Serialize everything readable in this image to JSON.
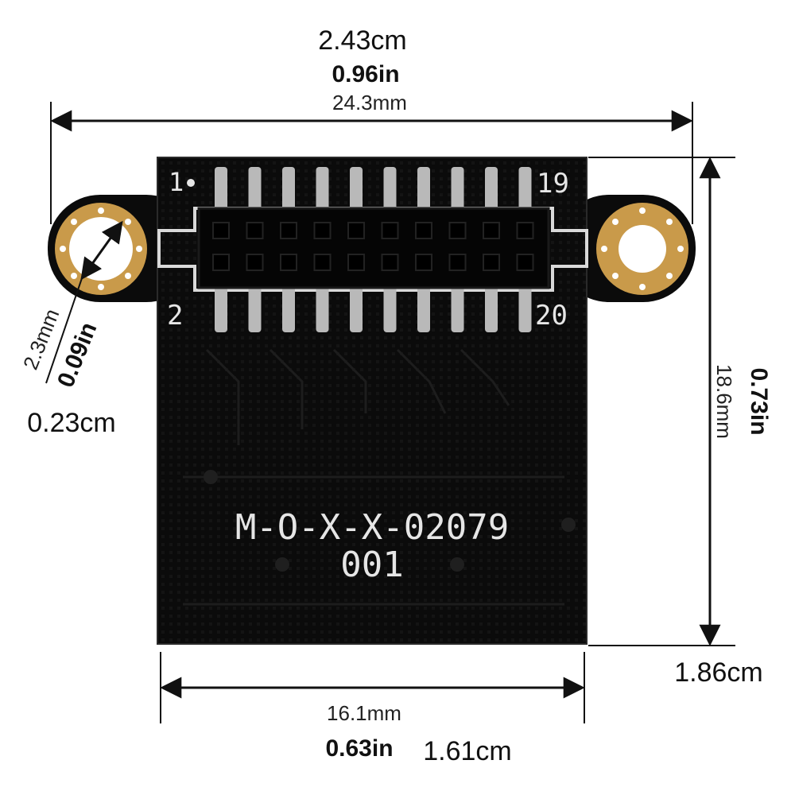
{
  "top_dimension": {
    "cm": "2.43cm",
    "inch": "0.96in",
    "mm": "24.3mm"
  },
  "hole_dimension": {
    "mm": "2.3mm",
    "inch": "0.09in",
    "cm": "0.23cm"
  },
  "right_dimension": {
    "inch": "0.73in",
    "mm": "18.6mm",
    "cm": "1.86cm"
  },
  "bottom_dimension": {
    "mm": "16.1mm",
    "inch": "0.63in",
    "cm": "1.61cm"
  },
  "board": {
    "pin_labels": {
      "top_left": "1",
      "top_right": "19",
      "bottom_left": "2",
      "bottom_right": "20"
    },
    "part_number": "M-O-X-X-02079",
    "revision": "001"
  },
  "colors": {
    "pcb": "#0b0b0b",
    "gold": "#c99a4a",
    "silkscreen": "#e6e6e6",
    "pin": "#b9b9b9"
  }
}
